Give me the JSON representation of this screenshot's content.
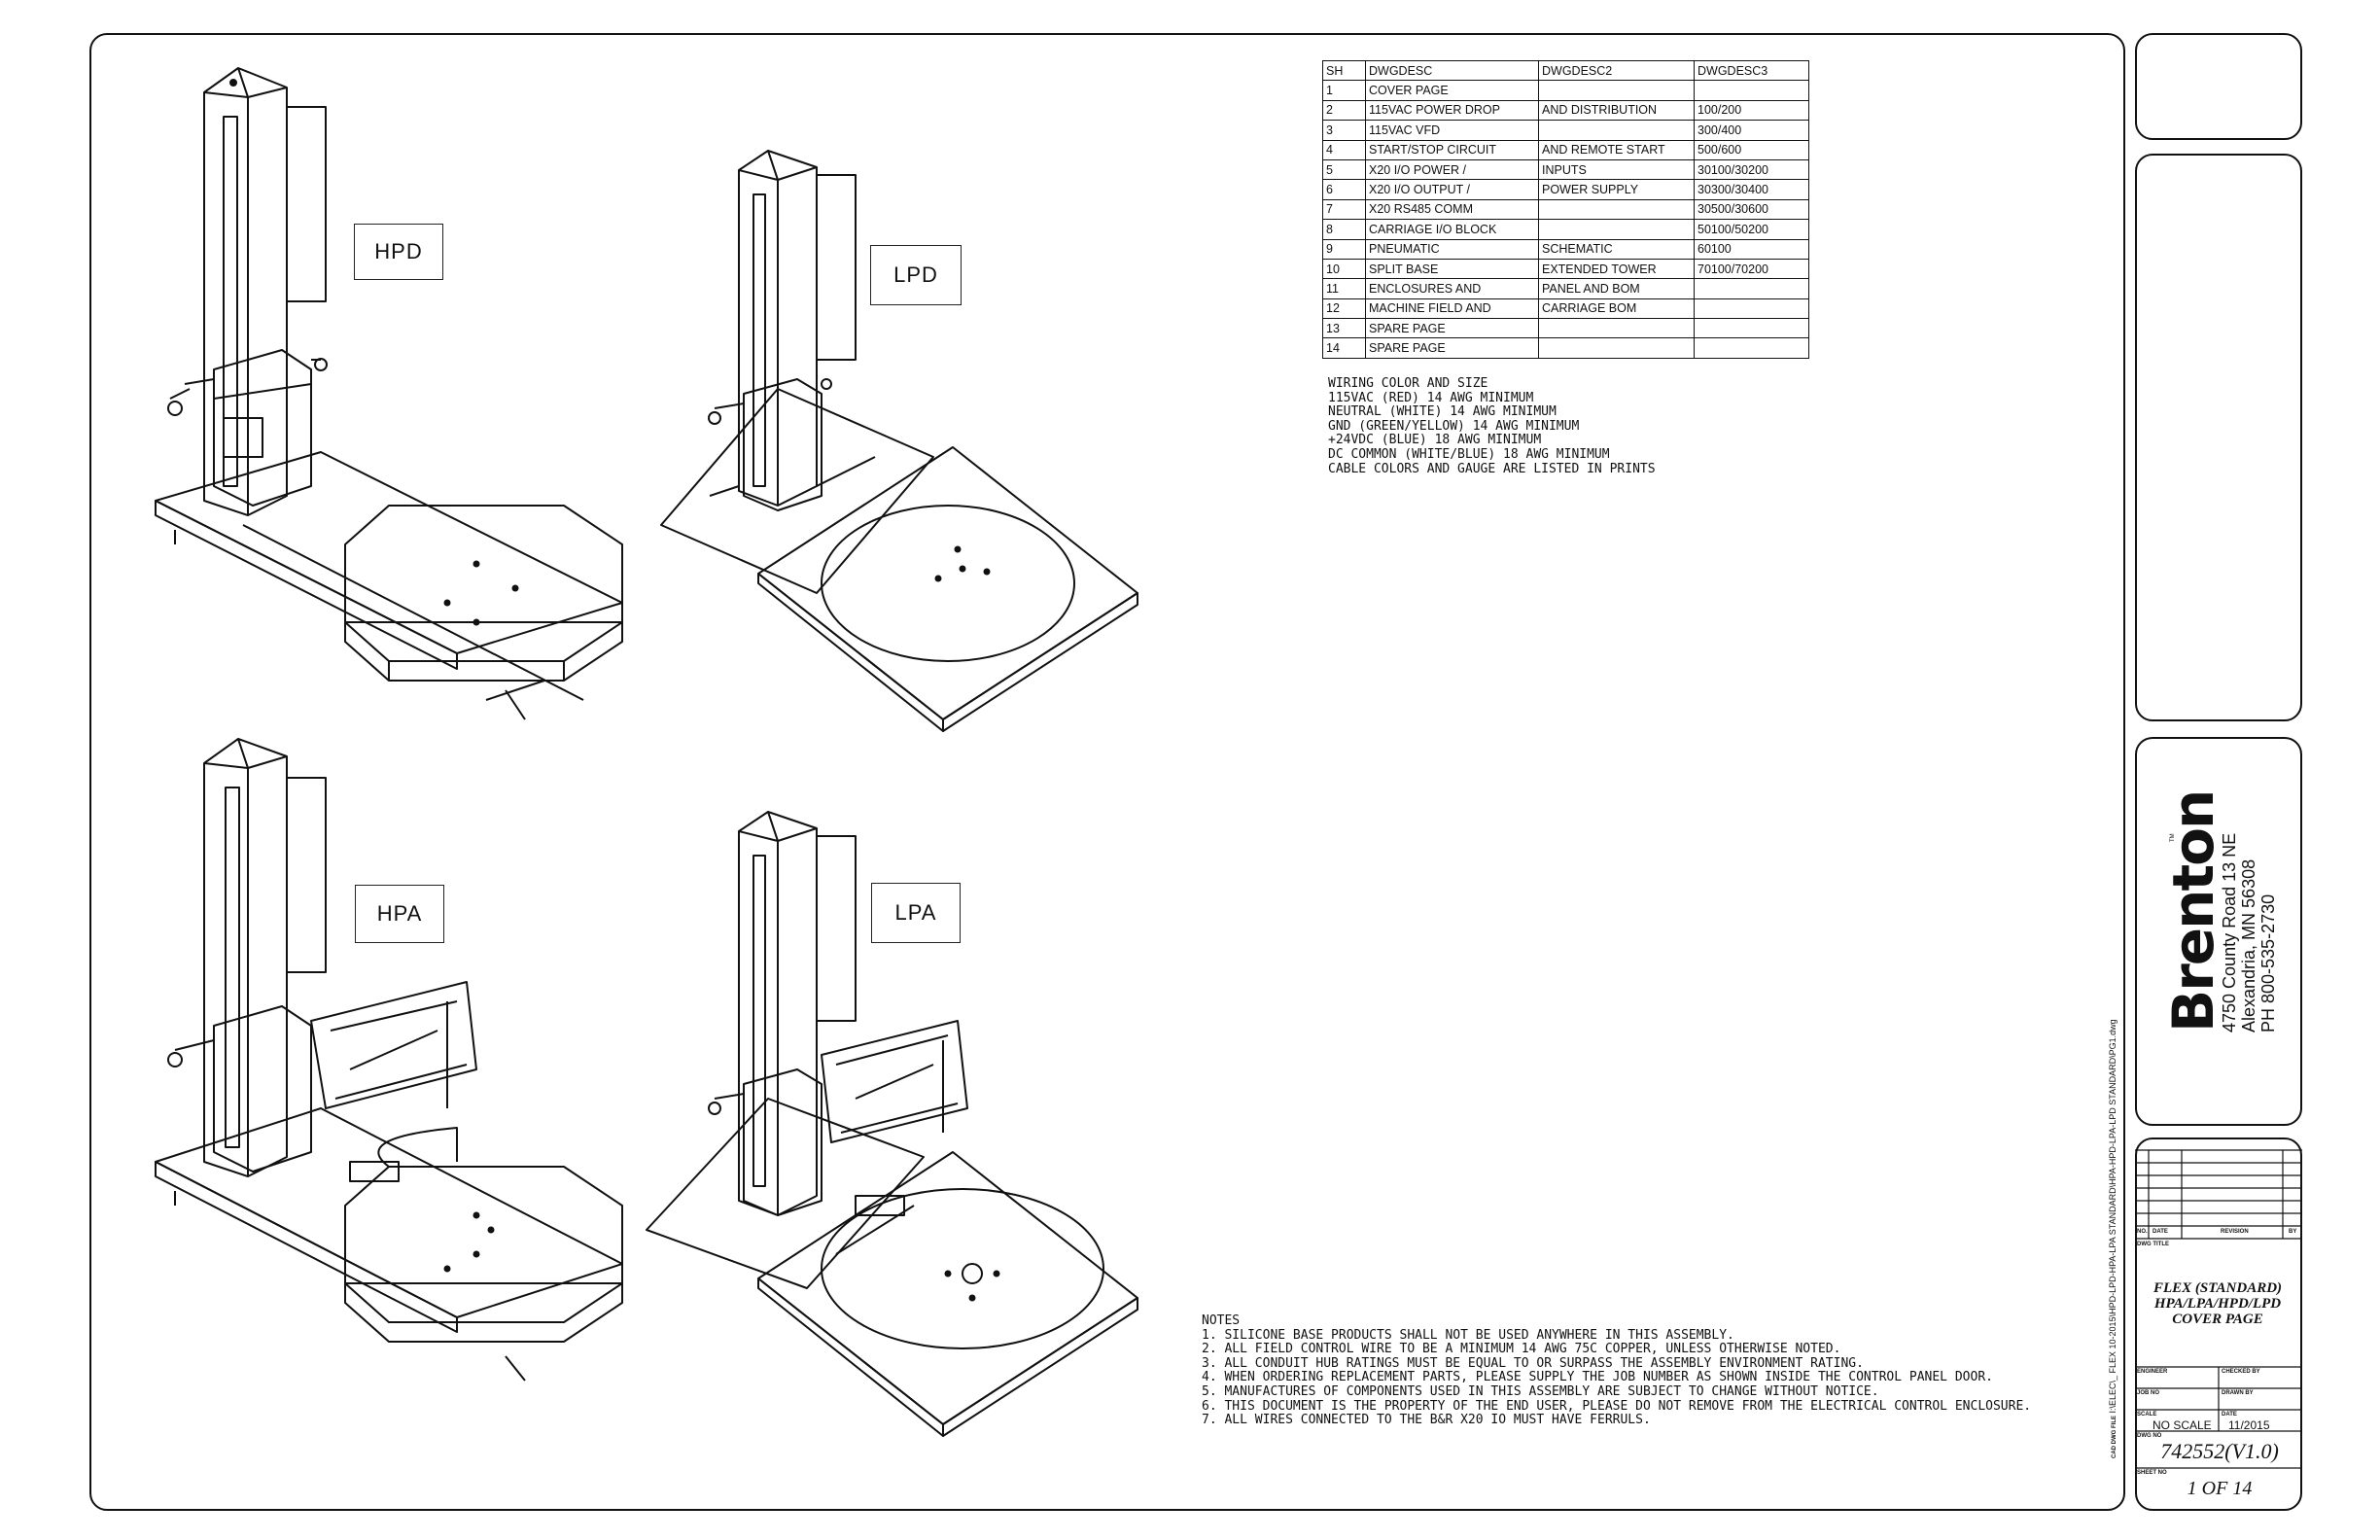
{
  "machine_labels": {
    "hpd": "HPD",
    "lpd": "LPD",
    "hpa": "HPA",
    "lpa": "LPA"
  },
  "sheet_table": {
    "headers": [
      "SH",
      "DWGDESC",
      "DWGDESC2",
      "DWGDESC3"
    ],
    "rows": [
      [
        "1",
        "COVER PAGE",
        "",
        ""
      ],
      [
        "2",
        "115VAC POWER DROP",
        "AND DISTRIBUTION",
        "100/200"
      ],
      [
        "3",
        "115VAC VFD",
        "",
        "300/400"
      ],
      [
        "4",
        "START/STOP CIRCUIT",
        "AND REMOTE START",
        "500/600"
      ],
      [
        "5",
        "X20 I/O POWER /",
        "INPUTS",
        "30100/30200"
      ],
      [
        "6",
        "X20 I/O OUTPUT /",
        "POWER SUPPLY",
        "30300/30400"
      ],
      [
        "7",
        "X20 RS485 COMM",
        "",
        "30500/30600"
      ],
      [
        "8",
        "CARRIAGE I/O BLOCK",
        "",
        "50100/50200"
      ],
      [
        "9",
        "PNEUMATIC",
        "SCHEMATIC",
        "60100"
      ],
      [
        "10",
        "SPLIT BASE",
        "EXTENDED TOWER",
        "70100/70200"
      ],
      [
        "11",
        "ENCLOSURES AND",
        "PANEL AND BOM",
        ""
      ],
      [
        "12",
        "MACHINE FIELD AND",
        "CARRIAGE BOM",
        ""
      ],
      [
        "13",
        "SPARE PAGE",
        "",
        ""
      ],
      [
        "14",
        "SPARE PAGE",
        "",
        ""
      ]
    ]
  },
  "wiring": [
    "WIRING COLOR AND SIZE",
    "115VAC (RED) 14 AWG MINIMUM",
    "NEUTRAL (WHITE) 14 AWG MINIMUM",
    "GND (GREEN/YELLOW) 14 AWG MINIMUM",
    "+24VDC (BLUE) 18 AWG MINIMUM",
    "DC COMMON (WHITE/BLUE) 18 AWG MINIMUM",
    "CABLE COLORS AND GAUGE ARE LISTED IN PRINTS"
  ],
  "notes": [
    "NOTES",
    "1. SILICONE BASE PRODUCTS SHALL NOT BE USED ANYWHERE IN THIS ASSEMBLY.",
    "2. ALL FIELD CONTROL WIRE TO BE A MINIMUM 14 AWG 75C COPPER, UNLESS OTHERWISE NOTED.",
    "3. ALL CONDUIT HUB RATINGS MUST BE EQUAL TO OR SURPASS THE ASSEMBLY ENVIRONMENT RATING.",
    "4. WHEN ORDERING REPLACEMENT PARTS, PLEASE SUPPLY THE JOB NUMBER AS SHOWN INSIDE THE CONTROL PANEL DOOR.",
    "5. MANUFACTURES OF COMPONENTS USED IN THIS ASSEMBLY ARE SUBJECT TO CHANGE WITHOUT NOTICE.",
    "6. THIS DOCUMENT IS THE PROPERTY OF THE END USER, PLEASE DO NOT REMOVE FROM THE ELECTRICAL CONTROL ENCLOSURE.",
    "7. ALL WIRES CONNECTED TO THE B&R X20 IO MUST HAVE FERRULS."
  ],
  "cad_file": {
    "label": "CAD DWG FILE",
    "path": "I:\\ELEC\\_ FLEX 10-2015\\HPD-LPD-HPA-LPA STANDARD\\HPA-HPD-LPA-LPD STANDARD\\PG1.dwg"
  },
  "company": {
    "logo": "Brenton",
    "tm": "TM",
    "address1": "4750 County Road 13 NE",
    "address2": "Alexandria, MN 56308",
    "phone": "PH 800-535-2730"
  },
  "title_block": {
    "rev_headers": {
      "no": "NO.",
      "date": "DATE",
      "revision": "REVISION",
      "by": "BY"
    },
    "dwg_title_label": "DWG TITLE",
    "title_lines": [
      "FLEX (STANDARD)",
      "HPA/LPA/HPD/LPD",
      "COVER PAGE"
    ],
    "engineer_label": "ENGINEER",
    "checked_label": "CHECKED BY",
    "job_label": "JOB NO",
    "drawn_label": "DRAWN BY",
    "scale_label": "SCALE",
    "scale_value": "NO SCALE",
    "date_label": "DATE",
    "date_value": "11/2015",
    "dwg_no_label": "DWG NO",
    "dwg_no": "742552(V1.0)",
    "sheet_label": "SHEET NO",
    "sheet_value": "1 OF 14"
  }
}
